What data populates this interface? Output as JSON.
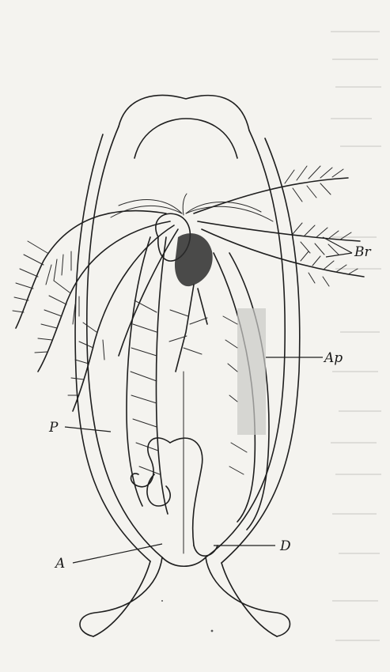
{
  "figure": {
    "labels": {
      "br": "Br",
      "ap": "Ap",
      "p": "P",
      "d": "D",
      "a": "A"
    },
    "colors": {
      "paper": "#f4f3ef",
      "ink": "#1e1e1e",
      "shade": "#c9c9c6"
    }
  }
}
